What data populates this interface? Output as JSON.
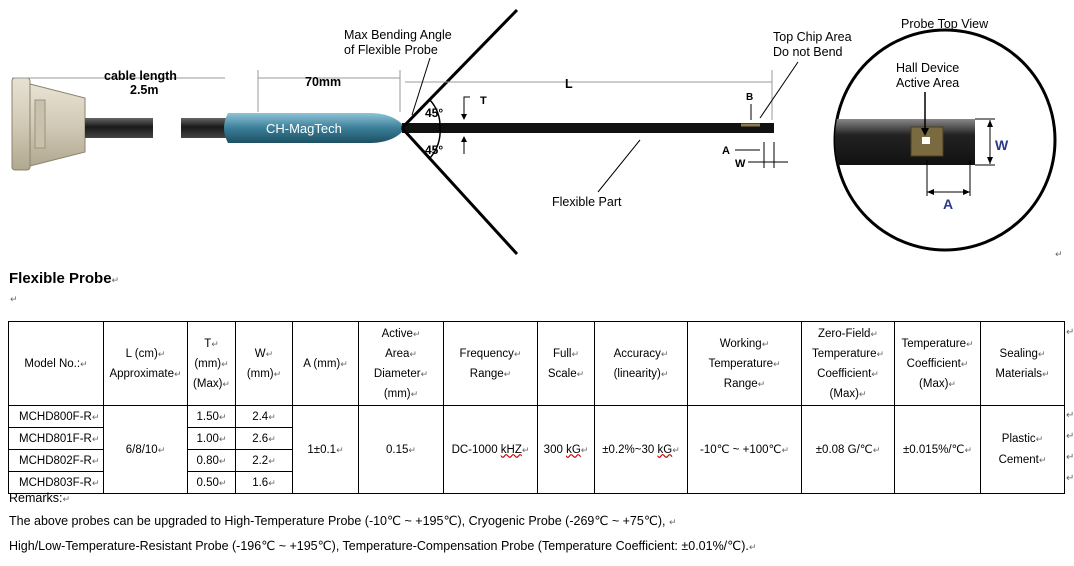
{
  "diagram": {
    "cable_length_label": "cable length",
    "cable_length_value": "2.5m",
    "len_70mm": "70mm",
    "len_L": "L",
    "bend_angle_line1": "Max Bending Angle",
    "bend_angle_line2": "of Flexible Probe",
    "brand": "CH-MagTech",
    "angle_top": "45°",
    "angle_bottom": "45°",
    "dim_T": "T",
    "dim_B": "B",
    "dim_A": "A",
    "dim_W": "W",
    "top_chip_line1": "Top Chip Area",
    "top_chip_line2": "Do not Bend",
    "flexible_part": "Flexible Part",
    "top_view_title": "Probe Top View",
    "hall_line1": "Hall Device",
    "hall_line2": "Active Area",
    "view_W": "W",
    "view_A": "A"
  },
  "section_title": "Flexible Probe",
  "return_mark": "↵",
  "table": {
    "headers": [
      [
        "Model No.:"
      ],
      [
        "L (cm)",
        "Approximate"
      ],
      [
        "T",
        "(mm)",
        "(Max)"
      ],
      [
        "W",
        "(mm)"
      ],
      [
        "A (mm)"
      ],
      [
        "Active",
        "Area",
        "Diameter",
        "(mm)"
      ],
      [
        "Frequency",
        "Range"
      ],
      [
        "Full",
        "Scale"
      ],
      [
        "Accuracy",
        "(linearity)"
      ],
      [
        "Working",
        "Temperature",
        "Range"
      ],
      [
        "Zero-Field",
        "Temperature",
        "Coefficient",
        "(Max)"
      ],
      [
        "Temperature",
        "Coefficient",
        "(Max)"
      ],
      [
        "Sealing",
        "Materials"
      ]
    ],
    "models": [
      {
        "model": "MCHD800F-R",
        "t": "1.50",
        "w": "2.4"
      },
      {
        "model": "MCHD801F-R",
        "t": "1.00",
        "w": "2.6"
      },
      {
        "model": "MCHD802F-R",
        "t": "0.80",
        "w": "2.2"
      },
      {
        "model": "MCHD803F-R",
        "t": "0.50",
        "w": "1.6"
      }
    ],
    "shared": {
      "length": "6/8/10",
      "a": "1±0.1",
      "diameter": "0.15",
      "frequency_prefix": "DC-1000 ",
      "frequency_unit": "kHZ",
      "full_scale_prefix": "300 ",
      "full_scale_unit": "kG",
      "accuracy_prefix": "±0.2%~30 ",
      "accuracy_unit": "kG",
      "working_temp": "-10℃ ~ +100℃",
      "zero_field": "±0.08 G/℃",
      "temp_coeff": "±0.015%/℃",
      "sealing_line1": "Plastic",
      "sealing_line2": "Cement"
    }
  },
  "remarks": {
    "label": "Remarks:",
    "line1": "The above probes can be upgraded to High-Temperature Probe (-10℃ ~ +195℃), Cryogenic Probe (-269℃ ~ +75℃),",
    "line2": "High/Low-Temperature-Resistant Probe (-196℃ ~ +195℃), Temperature-Compensation Probe (Temperature Coefficient: ±0.01%/℃)."
  }
}
